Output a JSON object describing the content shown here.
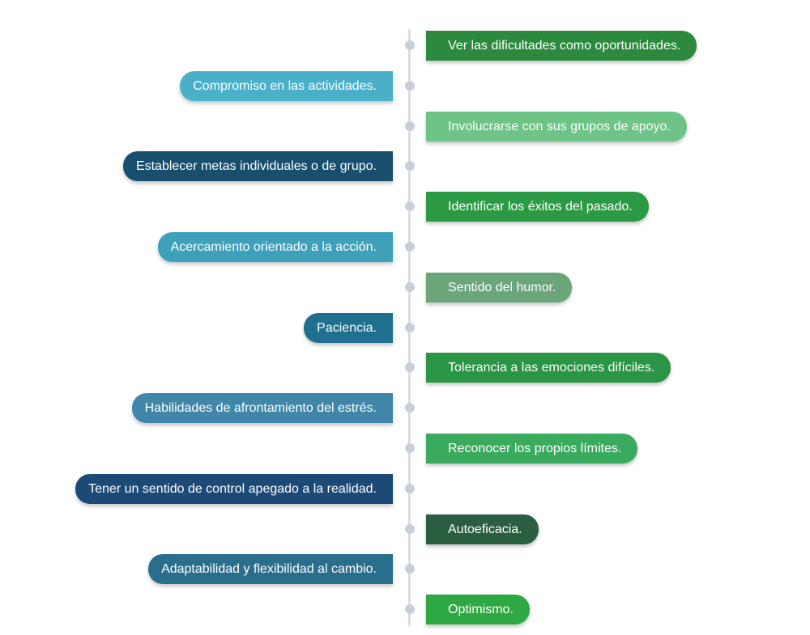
{
  "items": [
    {
      "text": "Ver  las dificultades como oportunidades.",
      "side": "right",
      "color": "#2b8a3e"
    },
    {
      "text": "Compromiso en las actividades.",
      "side": "left",
      "color": "#4ab0c9"
    },
    {
      "text": "Involucrarse con sus grupos de apoyo.",
      "side": "right",
      "color": "#6dc486"
    },
    {
      "text": "Establecer metas individuales o de grupo.",
      "side": "left",
      "color": "#184e6e"
    },
    {
      "text": "Identificar los éxitos del pasado.",
      "side": "right",
      "color": "#2c9a44"
    },
    {
      "text": "Acercamiento orientado a la acción.",
      "side": "left",
      "color": "#3ea0bb"
    },
    {
      "text": "Sentido del humor.",
      "side": "right",
      "color": "#6aa67a"
    },
    {
      "text": "Paciencia.",
      "side": "left",
      "color": "#1f6f8f"
    },
    {
      "text": "Tolerancia a las emociones difíciles.",
      "side": "right",
      "color": "#2a9545"
    },
    {
      "text": "Habilidades de afrontamiento del estrés.",
      "side": "left",
      "color": "#3f86a8"
    },
    {
      "text": "Reconocer los propios límites.",
      "side": "right",
      "color": "#3aaa5e"
    },
    {
      "text": "Tener un sentido de control apegado a la realidad.",
      "side": "left",
      "color": "#1b4a76"
    },
    {
      "text": "Autoeficacia.",
      "side": "right",
      "color": "#2a5e40"
    },
    {
      "text": "Adaptabilidad y flexibilidad al cambio.",
      "side": "left",
      "color": "#2a6e8e"
    },
    {
      "text": "Optimismo.",
      "side": "right",
      "color": "#2da843"
    }
  ]
}
